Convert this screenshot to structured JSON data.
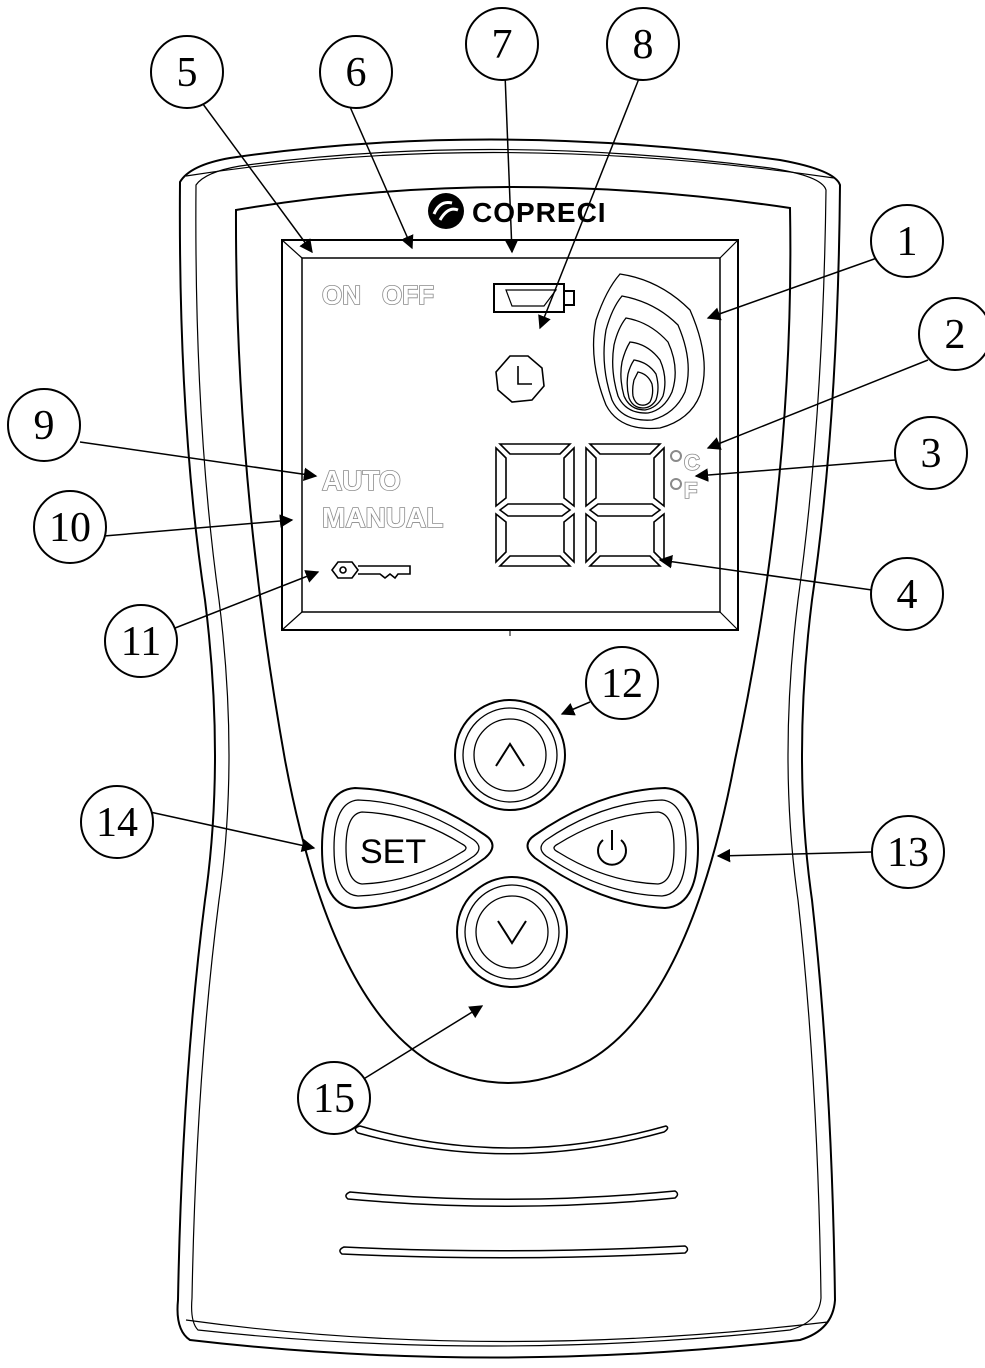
{
  "device": {
    "brand": "COPRECI",
    "lcd": {
      "on_label": "ON",
      "off_label": "OFF",
      "auto_label": "AUTO",
      "manual_label": "MANUAL",
      "celsius_label": "C",
      "fahrenheit_label": "F",
      "icons": [
        "battery-icon",
        "clock-icon",
        "flame-icon",
        "key-icon",
        "seven-segment-display"
      ]
    },
    "buttons": {
      "set_label": "SET",
      "up_icon": "up-arrow-icon",
      "down_icon": "down-arrow-icon",
      "power_icon": "power-icon"
    }
  },
  "callouts": {
    "c1": "1",
    "c2": "2",
    "c3": "3",
    "c4": "4",
    "c5": "5",
    "c6": "6",
    "c7": "7",
    "c8": "8",
    "c9": "9",
    "c10": "10",
    "c11": "11",
    "c12": "12",
    "c13": "13",
    "c14": "14",
    "c15": "15"
  }
}
